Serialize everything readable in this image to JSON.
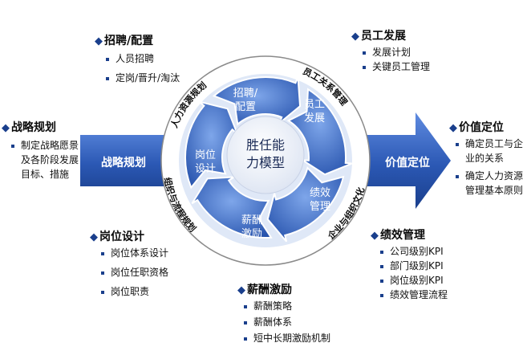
{
  "left_arrow": {
    "label": "战略规划"
  },
  "right_arrow": {
    "label": "价值定位"
  },
  "center": {
    "line1": "胜任能",
    "line2": "力模型"
  },
  "segments": {
    "recruit": [
      "招聘/",
      "配置"
    ],
    "staff_dev": [
      "员工",
      "发展"
    ],
    "performance": [
      "绩效",
      "管理"
    ],
    "salary": [
      "薪酬",
      "激励"
    ],
    "position": [
      "岗位",
      "设计"
    ]
  },
  "ring_labels": {
    "top_left": "人力资源规划",
    "top_right": "员工关系管理",
    "bottom_right": "企业与组织文化",
    "bottom_left": "组织与流程规划"
  },
  "panels": {
    "strategy": {
      "title": "战略规划",
      "items": [
        "制定战略愿景及各阶段发展目标、措施"
      ]
    },
    "recruit": {
      "title": "招聘/配置",
      "items": [
        "人员招聘",
        "定岗/晋升/淘汰"
      ]
    },
    "dev": {
      "title": "员工发展",
      "items": [
        "发展计划",
        "关键员工管理"
      ]
    },
    "value": {
      "title": "价值定位",
      "items": [
        "确定员工与企业的关系",
        "确定人力资源管理基本原则"
      ]
    },
    "position": {
      "title": "岗位设计",
      "items": [
        "岗位体系设计",
        "岗位任职资格",
        "岗位职责"
      ]
    },
    "salary": {
      "title": "薪酬激励",
      "items": [
        "薪酬策略",
        "薪酬体系",
        "短中长期激励机制"
      ]
    },
    "perf": {
      "title": "绩效管理",
      "items": [
        "公司级别KPI",
        "部门级别KPI",
        "岗位级别KPI",
        "绩效管理流程"
      ]
    }
  },
  "colors": {
    "dark": "#1f4b9e",
    "light": "#6d97dc",
    "ring": "#ffffff",
    "text": "#0a0a0a"
  }
}
